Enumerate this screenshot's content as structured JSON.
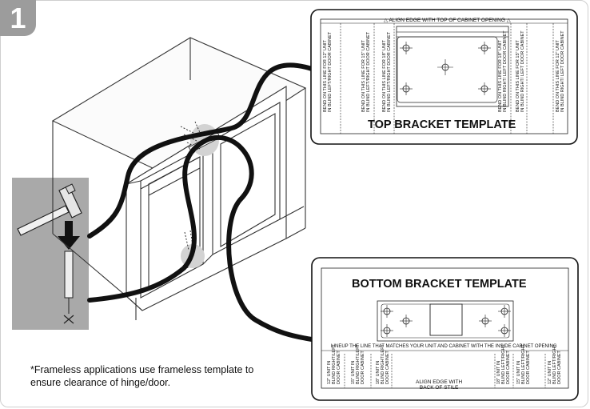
{
  "step": {
    "number": "1"
  },
  "note": {
    "text": "*Frameless applications use frameless template to ensure clearance of hinge/door."
  },
  "top_template": {
    "title": "TOP BRACKET TEMPLATE",
    "align_edge": "ALIGN EDGE WITH TOP OF CABINET OPENING",
    "bend_lines": [
      "BEND ON THIS LINE FOR 12\" UNIT\nIN BLIND LEFT/RIGHT DOOR CABINET",
      "BEND ON THIS LINE FOR 15\" UNIT\nIN BLIND LEFT/RIGHT DOOR CABINET",
      "BEND ON THIS LINE FOR 18\" UNIT\nIN BLIND LEFT/RIGHT DOOR CABINET",
      "BEND ON THIS LINE FOR 18\" UNIT\nIN BLIND RIGHT/ LEFT DOOR CABINET",
      "BEND ON THIS LINE FOR 15\" UNIT\nIN BLIND RIGHT/ LEFT DOOR CABINET",
      "BEND ON THIS LINE FOR 12\" UNIT\nIN BLIND RIGHT/ LEFT DOOR CABINET"
    ]
  },
  "bottom_template": {
    "title": "BOTTOM BRACKET TEMPLATE",
    "lineup": "LINEUP THE LINE THAT MATCHES YOUR UNIT AND CABINET WITH THE INSIDE CABINET OPENING",
    "align_edge": "ALIGN EDGE WITH\nBACK OF STILE",
    "unit_labels": [
      "12\" UNIT IN\nBLIND RIGHT/LEFT\nDOOR CABINET",
      "15\" UNIT IN\nBLIND RIGHT/LEFT\nDOOR CABINET",
      "18\" UNIT IN\nBLIND RIGHT/LEFT\nDOOR CABINET",
      "18\" UNIT IN\nBLIND LEFT/RIGHT\nDOOR CABINET",
      "15\" UNIT IN\nBLIND LEFT/RIGHT\nDOOR CABINET",
      "12\" UNIT IN\nBLIND LEFT/RIGHT\nDOOR CABINET"
    ]
  },
  "colors": {
    "badge": "#9c9c9c",
    "tool_panel": "#a9a9a9",
    "line": "#111111",
    "highlight": "#d3d3d3"
  }
}
